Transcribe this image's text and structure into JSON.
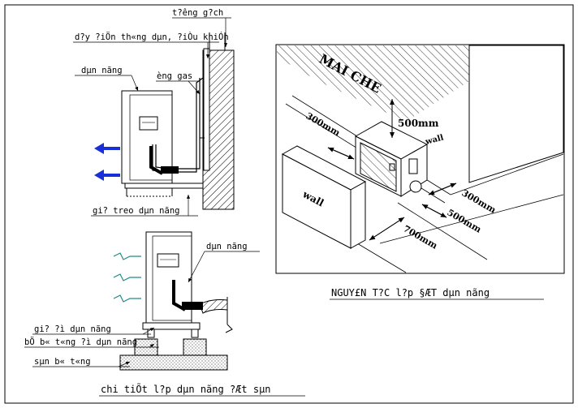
{
  "labels": {
    "wall_brick": "t?êng g?ch",
    "control_wire": "d?y ?iÖn th«ng dµn, ?iÒu khiÓn",
    "outdoor_unit_top": "dµn nãng",
    "gas_pipe": "èng gas",
    "hanger_bracket": "gi? treo dµn nãng",
    "outdoor_unit_bottom": "dµn nãng",
    "base_bracket": "gi? ?ì dµn nãng",
    "concrete_block": "bÖ b« t«ng ?ì dµn nãng",
    "concrete_floor": "sµn b« t«ng",
    "detail_title_bottom": "chi tiÕt l?p dµn nãng ?Æt sµn",
    "detail_title_right": "NGUY£N T?C l?p §ÆT dµn nãng"
  },
  "clearance": {
    "roof": "MAI CHE",
    "top_gap": "500mm",
    "left_gap": "300mm",
    "back_wall_label": "wall",
    "front_wall_label": "wall",
    "right_gap": "300mm",
    "side_gap": "500mm",
    "front_gap": "700mm"
  },
  "colors": {
    "line": "#000000",
    "airflow_arrow": "#1a2fd8",
    "airflow_wave": "#1f8a8a"
  }
}
